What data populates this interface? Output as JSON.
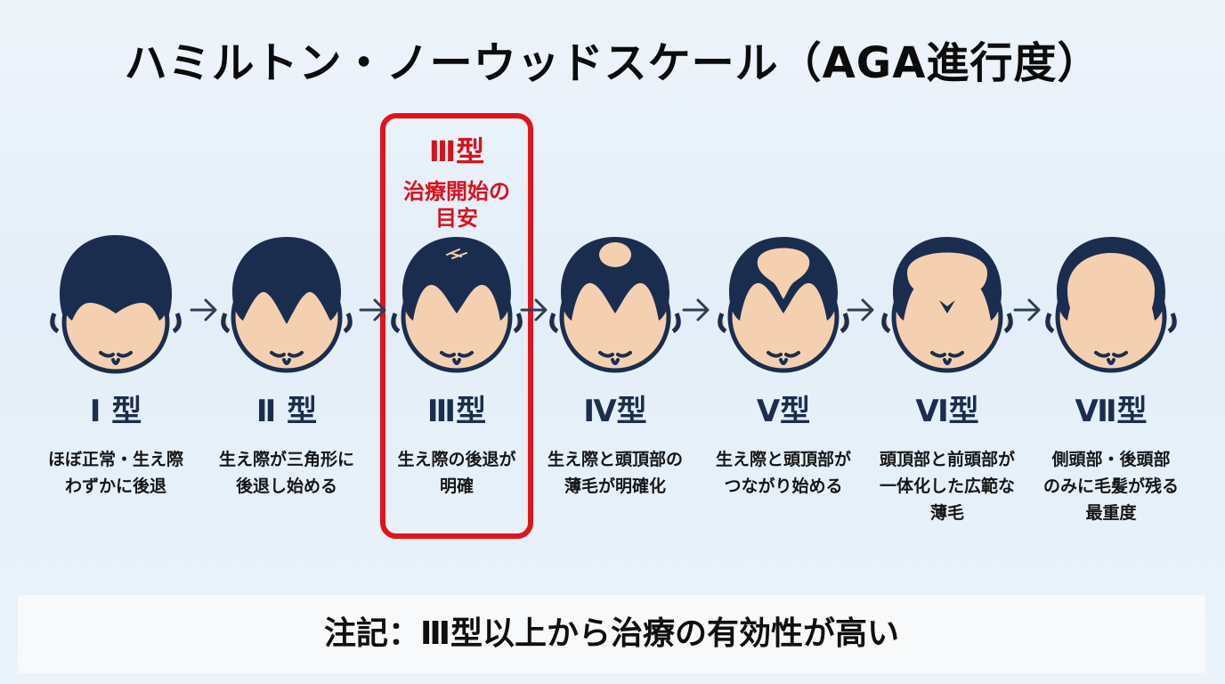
{
  "title": "ハミルトン・ノーウッドスケール（AGA進行度）",
  "highlight": {
    "label": "Ⅲ型",
    "sub": "治療開始の\n目安",
    "color": "#e0141e"
  },
  "stages": [
    {
      "label": "Ⅰ 型",
      "desc": "ほぼ正常・生え際\nわずかに後退"
    },
    {
      "label": "Ⅱ 型",
      "desc": "生え際が三角形に\n後退し始める"
    },
    {
      "label": "Ⅲ型",
      "desc": "生え際の後退が\n明確"
    },
    {
      "label": "Ⅳ型",
      "desc": "生え際と頭頂部の\n薄毛が明確化"
    },
    {
      "label": "Ⅴ型",
      "desc": "生え際と頭頂部が\nつながり始める"
    },
    {
      "label": "Ⅵ型",
      "desc": "頭頂部と前頭部が\n一体化した広範な\n薄毛"
    },
    {
      "label": "Ⅶ型",
      "desc": "側頭部・後頭部\nのみに毛髪が残る\n最重度"
    }
  ],
  "note": "注記：Ⅲ型以上から治療の有効性が高い",
  "colors": {
    "hair": "#1b2d4f",
    "skin": "#f4d0b0",
    "accent": "#e0141e",
    "text": "#1b2e4d"
  }
}
